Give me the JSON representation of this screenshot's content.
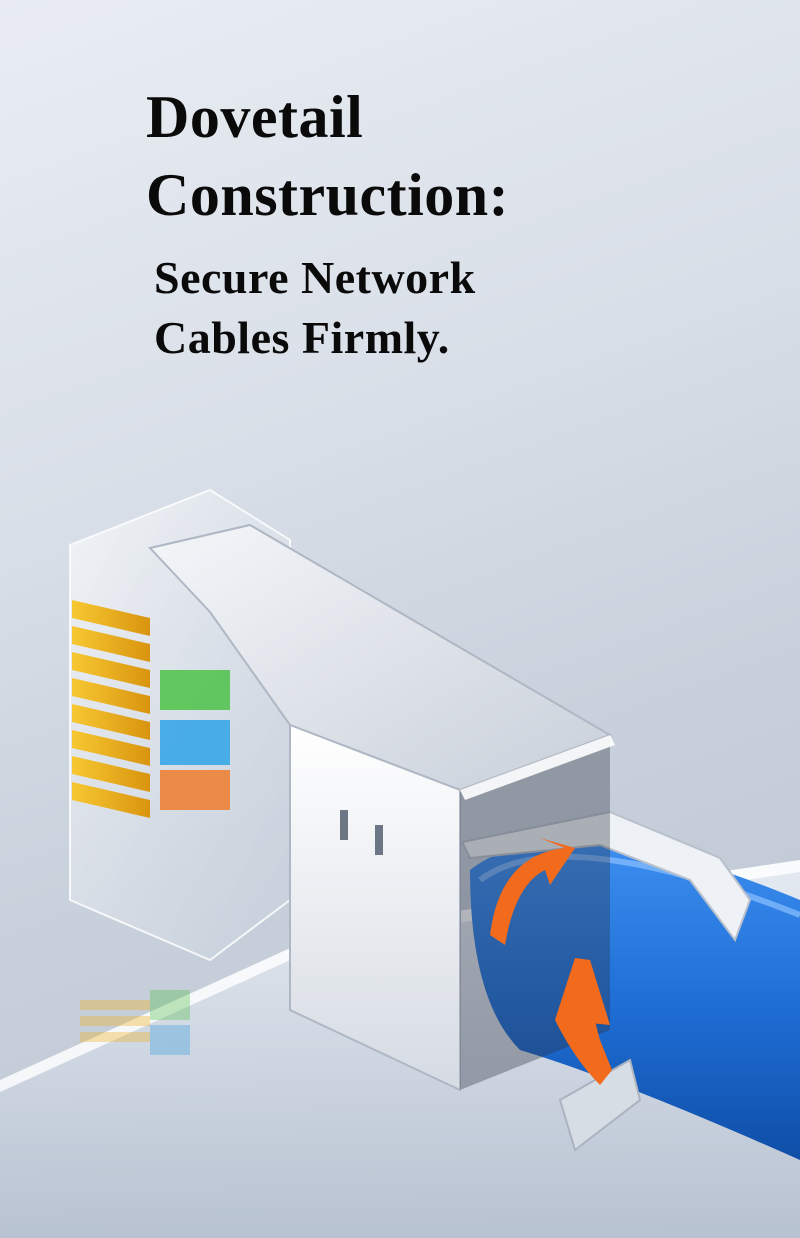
{
  "headline": {
    "line1": "Dovetail",
    "line2": "Construction:",
    "line3": "Secure Network",
    "line4": "Cables Firmly."
  },
  "colors": {
    "background": "#d9dfe8",
    "text": "#0a0a0a",
    "cable_blue": "#1f6fd6",
    "arrow_orange": "#f26a1b",
    "pin_gold": "#f1b21c",
    "shield_silver": "#e8ecf1"
  },
  "icons": [
    "rotation-arrow-icon",
    "rotation-arrow-icon"
  ]
}
